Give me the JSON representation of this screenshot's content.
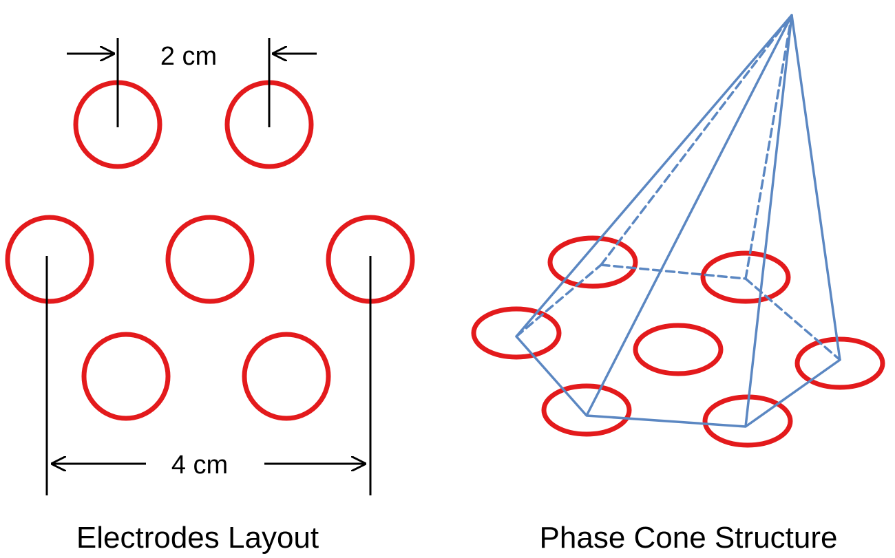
{
  "left_panel": {
    "spacing_label": "2 cm",
    "width_label": "4 cm",
    "caption": "Electrodes Layout"
  },
  "right_panel": {
    "caption": "Phase Cone Structure"
  },
  "colors": {
    "electrode": "#e31a1c",
    "cone": "#5b87c2",
    "dimension": "#000000"
  }
}
